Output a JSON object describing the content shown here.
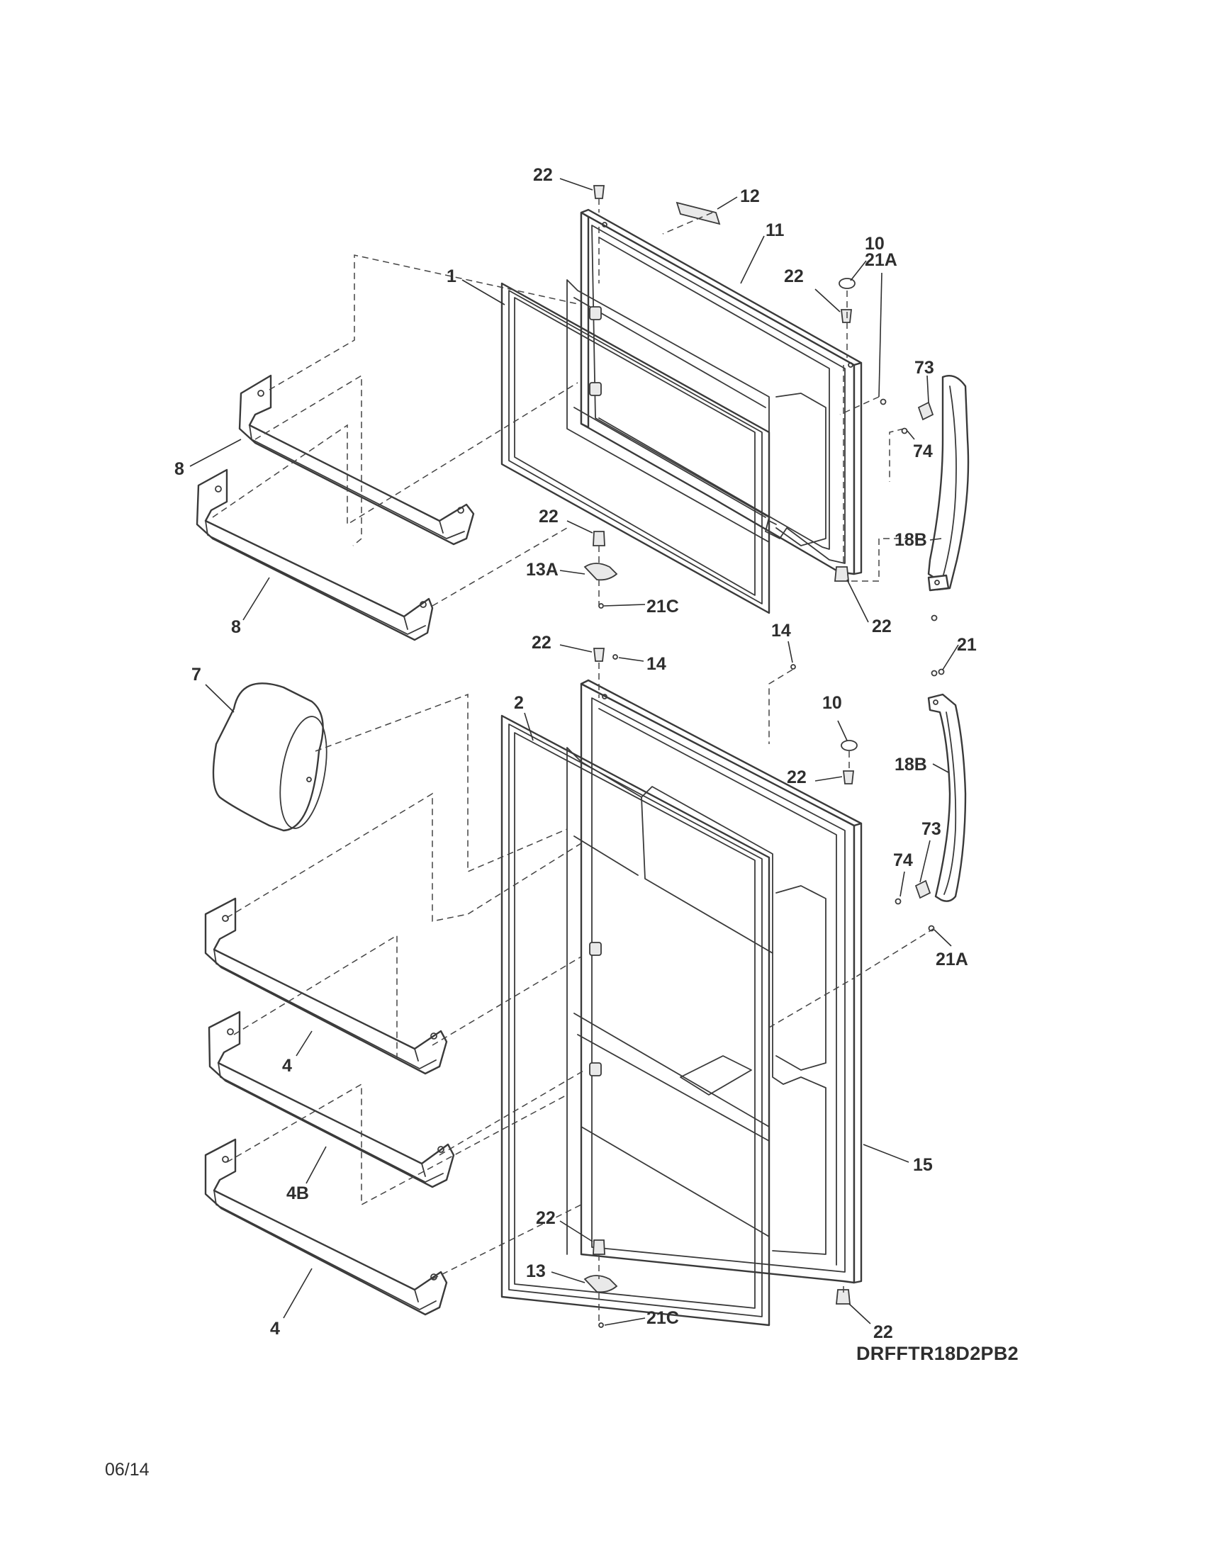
{
  "callouts": {
    "c22_top": "22",
    "c12": "12",
    "c11": "11",
    "c10_top": "10",
    "c22_hinge_top": "22",
    "c1": "1",
    "c21A_top": "21A",
    "c73_top": "73",
    "c74_top": "74",
    "c8_upper": "8",
    "c22_fz_bottom_hinge": "22",
    "c18B_top": "18B",
    "c13A": "13A",
    "c8_lower": "8",
    "c21C_top": "21C",
    "c22_fz_leg": "22",
    "c14_right": "14",
    "c22_ff_top": "22",
    "c14_left": "14",
    "c21": "21",
    "c7": "7",
    "c10_bottom": "10",
    "c2": "2",
    "c18B_bottom": "18B",
    "c22_ff_hinge": "22",
    "c73_bottom": "73",
    "c74_bottom": "74",
    "c21A_bottom": "21A",
    "c4_upper": "4",
    "c4B": "4B",
    "c15": "15",
    "c22_ff_bottom_hinge": "22",
    "c13": "13",
    "c21C_bottom": "21C",
    "c4_lower": "4",
    "c22_ff_leg": "22"
  },
  "model_number": "DRFFTR18D2PB2",
  "date_code": "06/14"
}
